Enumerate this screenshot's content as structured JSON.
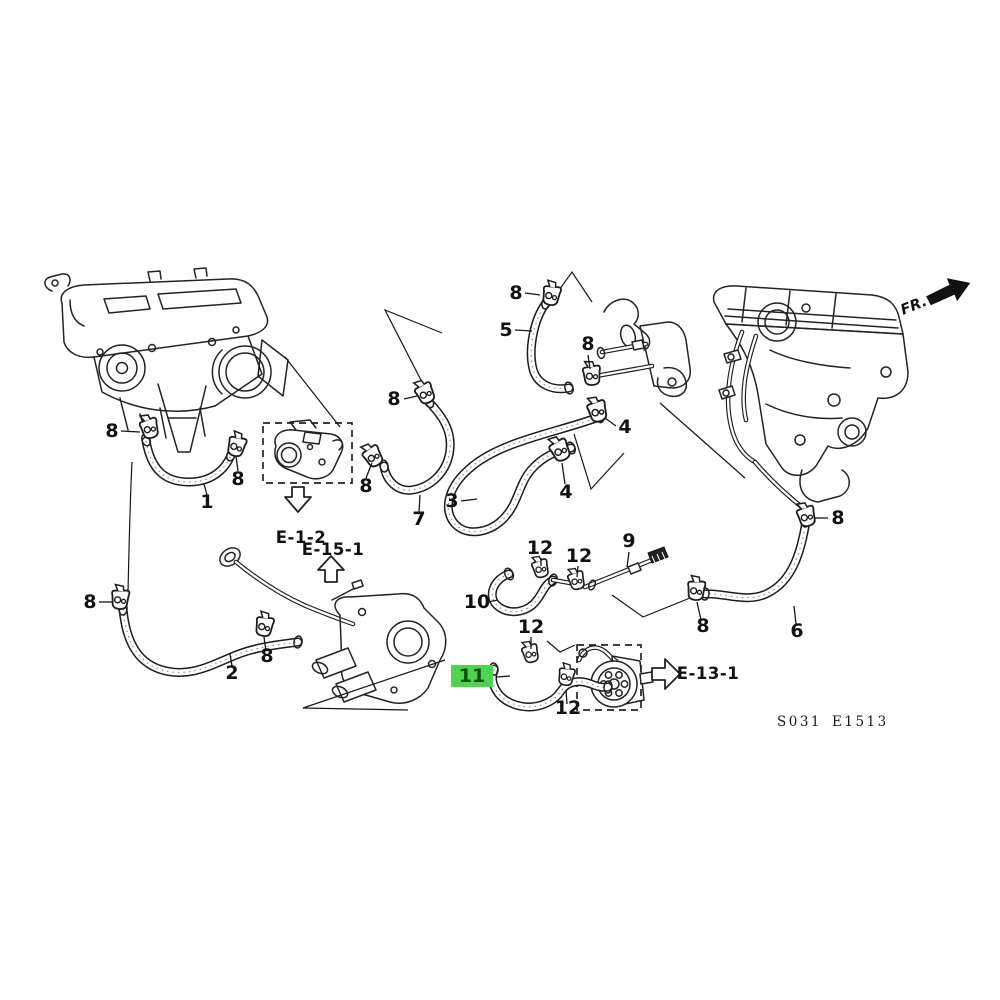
{
  "figure": {
    "code_left": "S031",
    "code_right": "E1513",
    "direction_label": "FR.",
    "highlighted_part": "11",
    "highlight_color": "#4fd44f"
  },
  "refs": {
    "e_1_2": "E-1-2",
    "e_15_1": "E-15-1",
    "e_13_1": "E-13-1"
  },
  "parts": {
    "p1": "1",
    "p2": "2",
    "p3": "3",
    "p4": "4",
    "p5": "5",
    "p6": "6",
    "p7": "7",
    "p8": "8",
    "p9": "9",
    "p10": "10",
    "p11": "11",
    "p12": "12"
  }
}
